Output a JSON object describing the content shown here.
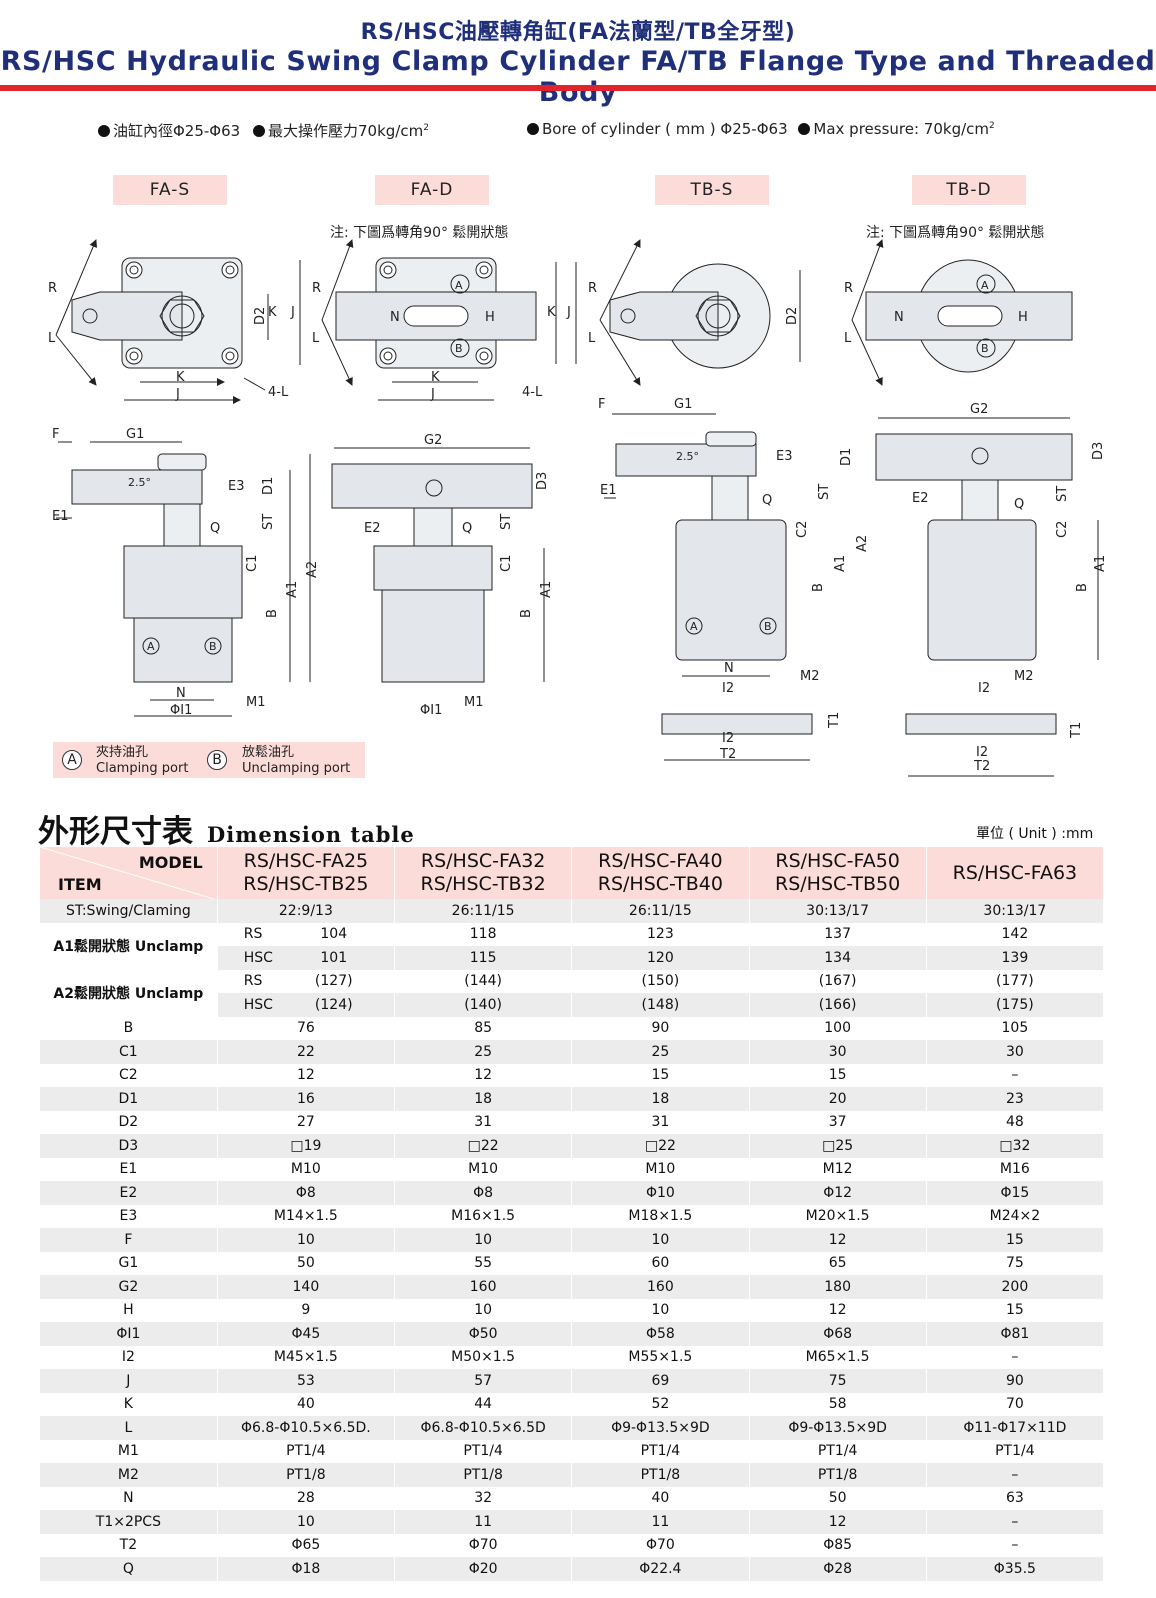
{
  "header": {
    "title_zh": "RS/HSC油壓轉角缸(FA法蘭型/TB全牙型)",
    "title_en": "RS/HSC Hydraulic Swing Clamp Cylinder FA/TB Flange Type and Threaded Body"
  },
  "specs": {
    "bore_zh": "油缸內徑Φ25-Φ63",
    "pressure_zh": "最大操作壓力70kg/cm",
    "bore_en": "Bore of cylinder ( mm ) Φ25-Φ63",
    "pressure_en": "Max pressure: 70kg/cm",
    "sup": "2"
  },
  "types": [
    "FA-S",
    "FA-D",
    "TB-S",
    "TB-D"
  ],
  "note": "注: 下圖爲轉角90° 鬆開狀態",
  "drawing_labels": {
    "R": "R",
    "L": "L",
    "K": "K",
    "J": "J",
    "D2": "D2",
    "4L": "4-L",
    "N": "N",
    "H": "H",
    "A": "A",
    "B": "B",
    "F": "F",
    "G1": "G1",
    "G2": "G2",
    "E1": "E1",
    "E2": "E2",
    "E3": "E3",
    "D1": "D1",
    "D3": "D3",
    "ST": "ST",
    "Q": "Q",
    "C1": "C1",
    "C2": "C2",
    "A1": "A1",
    "A2": "A2",
    "M1": "M1",
    "M2": "M2",
    "phiI1": "ΦI1",
    "I2": "I2",
    "T1": "T1",
    "T2": "T2",
    "angle": "2.5°"
  },
  "legend": {
    "a_symbol": "A",
    "a_zh": "夾持油孔",
    "a_en": "Clamping port",
    "b_symbol": "B",
    "b_zh": "放鬆油孔",
    "b_en": "Unclamping port"
  },
  "dimension_table": {
    "title_zh": "外形尺寸表",
    "title_en": "Dimension table",
    "unit": "單位 ( Unit ) :mm",
    "header_model": "MODEL",
    "header_item": "ITEM",
    "models": [
      [
        "RS/HSC-FA25",
        "RS/HSC-TB25"
      ],
      [
        "RS/HSC-FA32",
        "RS/HSC-TB32"
      ],
      [
        "RS/HSC-FA40",
        "RS/HSC-TB40"
      ],
      [
        "RS/HSC-FA50",
        "RS/HSC-TB50"
      ],
      [
        "RS/HSC-FA63"
      ]
    ],
    "st_row": {
      "label": "ST:Swing/Claming",
      "values": [
        "22:9/13",
        "26:11/15",
        "26:11/15",
        "30:13/17",
        "30:13/17"
      ]
    },
    "a1": {
      "label": "A1鬆開狀態 Unclamp",
      "rows": [
        {
          "sub": "RS",
          "values": [
            "104",
            "118",
            "123",
            "137",
            "142"
          ]
        },
        {
          "sub": "HSC",
          "values": [
            "101",
            "115",
            "120",
            "134",
            "139"
          ]
        }
      ]
    },
    "a2": {
      "label": "A2鬆開狀態 Unclamp",
      "rows": [
        {
          "sub": "RS",
          "values": [
            "(127)",
            "(144)",
            "(150)",
            "(167)",
            "(177)"
          ]
        },
        {
          "sub": "HSC",
          "values": [
            "(124)",
            "(140)",
            "(148)",
            "(166)",
            "(175)"
          ]
        }
      ]
    },
    "rows": [
      {
        "item": "B",
        "values": [
          "76",
          "85",
          "90",
          "100",
          "105"
        ]
      },
      {
        "item": "C1",
        "values": [
          "22",
          "25",
          "25",
          "30",
          "30"
        ]
      },
      {
        "item": "C2",
        "values": [
          "12",
          "12",
          "15",
          "15",
          "–"
        ]
      },
      {
        "item": "D1",
        "values": [
          "16",
          "18",
          "18",
          "20",
          "23"
        ]
      },
      {
        "item": "D2",
        "values": [
          "27",
          "31",
          "31",
          "37",
          "48"
        ]
      },
      {
        "item": "D3",
        "values": [
          "□19",
          "□22",
          "□22",
          "□25",
          "□32"
        ]
      },
      {
        "item": "E1",
        "values": [
          "M10",
          "M10",
          "M10",
          "M12",
          "M16"
        ]
      },
      {
        "item": "E2",
        "values": [
          "Φ8",
          "Φ8",
          "Φ10",
          "Φ12",
          "Φ15"
        ]
      },
      {
        "item": "E3",
        "values": [
          "M14×1.5",
          "M16×1.5",
          "M18×1.5",
          "M20×1.5",
          "M24×2"
        ]
      },
      {
        "item": "F",
        "values": [
          "10",
          "10",
          "10",
          "12",
          "15"
        ]
      },
      {
        "item": "G1",
        "values": [
          "50",
          "55",
          "60",
          "65",
          "75"
        ]
      },
      {
        "item": "G2",
        "values": [
          "140",
          "160",
          "160",
          "180",
          "200"
        ]
      },
      {
        "item": "H",
        "values": [
          "9",
          "10",
          "10",
          "12",
          "15"
        ]
      },
      {
        "item": "ΦI1",
        "values": [
          "Φ45",
          "Φ50",
          "Φ58",
          "Φ68",
          "Φ81"
        ]
      },
      {
        "item": "I2",
        "values": [
          "M45×1.5",
          "M50×1.5",
          "M55×1.5",
          "M65×1.5",
          "–"
        ]
      },
      {
        "item": "J",
        "values": [
          "53",
          "57",
          "69",
          "75",
          "90"
        ]
      },
      {
        "item": "K",
        "values": [
          "40",
          "44",
          "52",
          "58",
          "70"
        ]
      },
      {
        "item": "L",
        "values": [
          "Φ6.8-Φ10.5×6.5D.",
          "Φ6.8-Φ10.5×6.5D",
          "Φ9-Φ13.5×9D",
          "Φ9-Φ13.5×9D",
          "Φ11-Φ17×11D"
        ]
      },
      {
        "item": "M1",
        "values": [
          "PT1/4",
          "PT1/4",
          "PT1/4",
          "PT1/4",
          "PT1/4"
        ]
      },
      {
        "item": "M2",
        "values": [
          "PT1/8",
          "PT1/8",
          "PT1/8",
          "PT1/8",
          "–"
        ]
      },
      {
        "item": "N",
        "values": [
          "28",
          "32",
          "40",
          "50",
          "63"
        ]
      },
      {
        "item": "T1×2PCS",
        "values": [
          "10",
          "11",
          "11",
          "12",
          "–"
        ]
      },
      {
        "item": "T2",
        "values": [
          "Φ65",
          "Φ70",
          "Φ70",
          "Φ85",
          "–"
        ]
      },
      {
        "item": "Q",
        "values": [
          "Φ18",
          "Φ20",
          "Φ22.4",
          "Φ28",
          "Φ35.5"
        ]
      }
    ]
  }
}
